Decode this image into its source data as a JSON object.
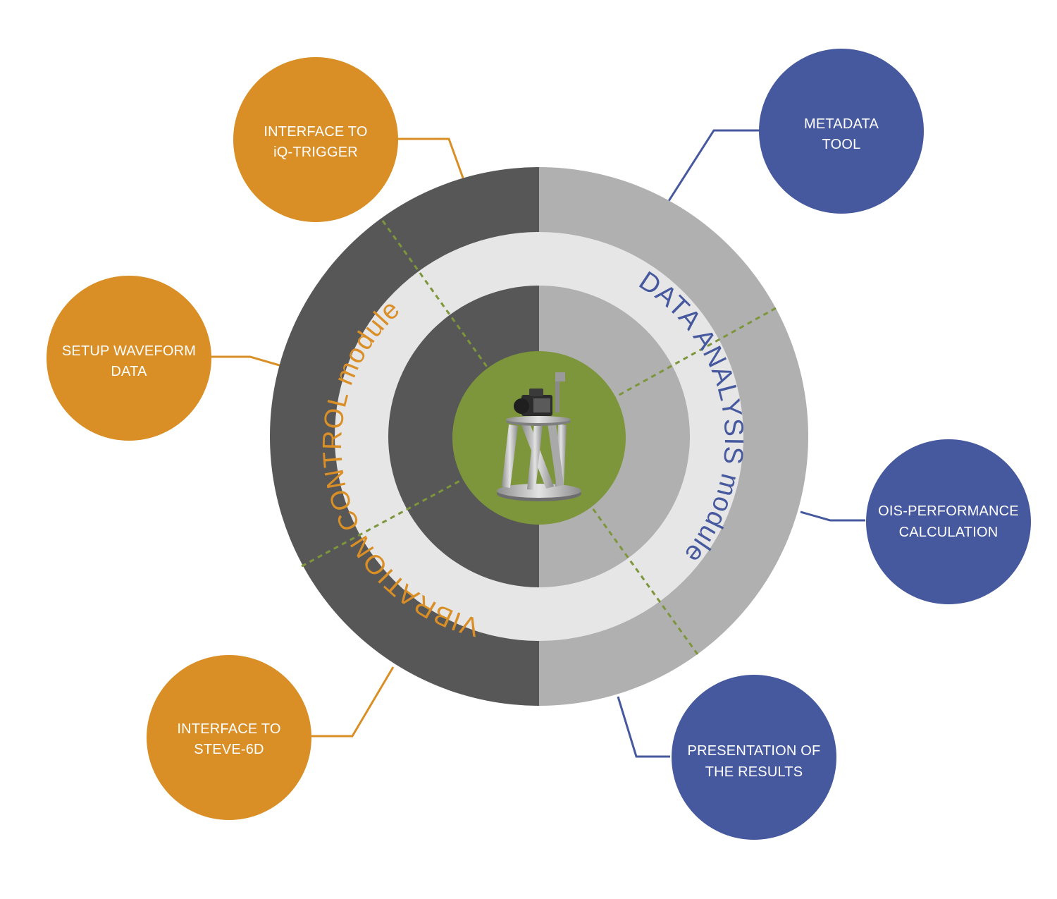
{
  "colors": {
    "orange": "#d98f26",
    "blue": "#46599f",
    "dark_gray": "#575757",
    "light_gray": "#b0b0b0",
    "ring_band_light": "#e6e6e6",
    "green": "#7d963b",
    "dotted_green": "#7d963b"
  },
  "ring": {
    "left_title": "VIBRATION CONTROL module",
    "right_title": "DATA   ANALYSIS   module"
  },
  "center": {
    "icon": "hexapod-camera-icon"
  },
  "nodes": {
    "iq_trigger": {
      "line1": "INTERFACE TO",
      "line2": "iQ-TRIGGER"
    },
    "setup_waveform": {
      "line1": "SETUP WAVEFORM",
      "line2": "DATA"
    },
    "steve_6d": {
      "line1": "INTERFACE TO",
      "line2": "STEVE-6D"
    },
    "metadata_tool": {
      "line1": "METADATA",
      "line2": "TOOL"
    },
    "ois_performance": {
      "line1": "OIS-PERFORMANCE",
      "line2": "CALCULATION"
    },
    "presentation": {
      "line1": "PRESENTATION OF",
      "line2": "THE RESULTS"
    }
  }
}
